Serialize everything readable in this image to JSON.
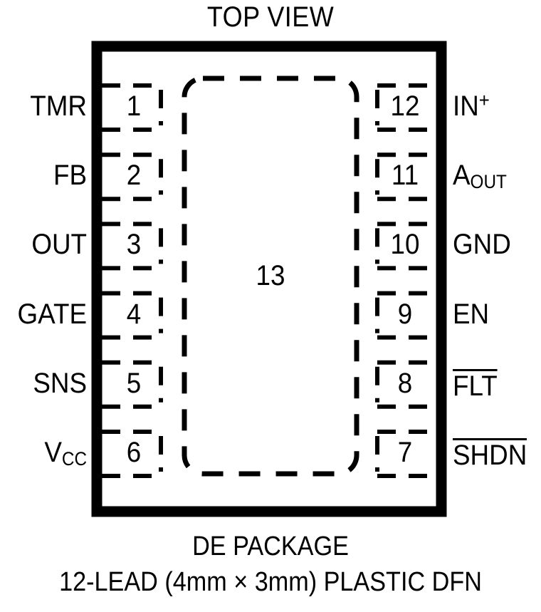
{
  "diagram": {
    "title": "TOP VIEW",
    "caption_line1": "DE PACKAGE",
    "caption_line2": "12-LEAD (4mm × 3mm) PLASTIC DFN",
    "package_outline_color": "#000000",
    "line_color": "#000000",
    "background_color": "#ffffff",
    "exposed_pad": {
      "number": "13",
      "style": "dashed"
    },
    "pins_left": [
      {
        "number": "1",
        "name": "TMR",
        "overline": false,
        "sub": "",
        "sup": ""
      },
      {
        "number": "2",
        "name": "FB",
        "overline": false,
        "sub": "",
        "sup": ""
      },
      {
        "number": "3",
        "name": "OUT",
        "overline": false,
        "sub": "",
        "sup": ""
      },
      {
        "number": "4",
        "name": "GATE",
        "overline": false,
        "sub": "",
        "sup": ""
      },
      {
        "number": "5",
        "name": "SNS",
        "overline": false,
        "sub": "",
        "sup": ""
      },
      {
        "number": "6",
        "name": "V",
        "overline": false,
        "sub": "CC",
        "sup": ""
      }
    ],
    "pins_right": [
      {
        "number": "12",
        "name": "IN",
        "overline": false,
        "sub": "",
        "sup": "+"
      },
      {
        "number": "11",
        "name": "A",
        "overline": false,
        "sub": "OUT",
        "sup": ""
      },
      {
        "number": "10",
        "name": "GND",
        "overline": false,
        "sub": "",
        "sup": ""
      },
      {
        "number": "9",
        "name": "EN",
        "overline": false,
        "sub": "",
        "sup": ""
      },
      {
        "number": "8",
        "name": "FLT",
        "overline": true,
        "sub": "",
        "sup": ""
      },
      {
        "number": "7",
        "name": "SHDN",
        "overline": true,
        "sub": "",
        "sup": ""
      }
    ]
  }
}
